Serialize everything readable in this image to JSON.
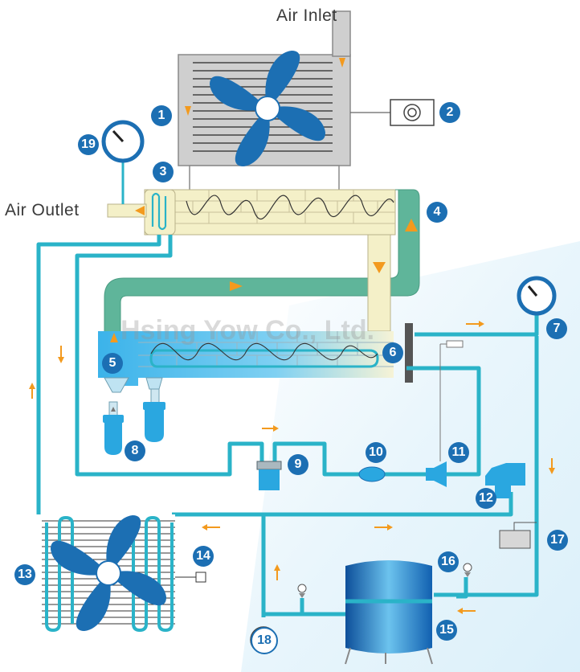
{
  "labels": {
    "air_inlet": "Air Inlet",
    "air_outlet": "Air Outlet",
    "watermark": "Hsing Yow Co., Ltd."
  },
  "callouts": [
    "1",
    "2",
    "3",
    "4",
    "5",
    "6",
    "7",
    "8",
    "9",
    "10",
    "11",
    "12",
    "13",
    "14",
    "15",
    "16",
    "17",
    "18",
    "19"
  ],
  "colors": {
    "pipe": "#2ab3c8",
    "badge": "#1c6fb3",
    "hot_duct": "#5fb59a",
    "air_duct": "#f4f0c8",
    "arrow": "#f39a1e",
    "component": "#2aa7e0"
  },
  "icons": [
    "fan-icon",
    "gauge-icon",
    "valve-icon",
    "tank-icon",
    "filter-icon",
    "compressor-icon"
  ]
}
